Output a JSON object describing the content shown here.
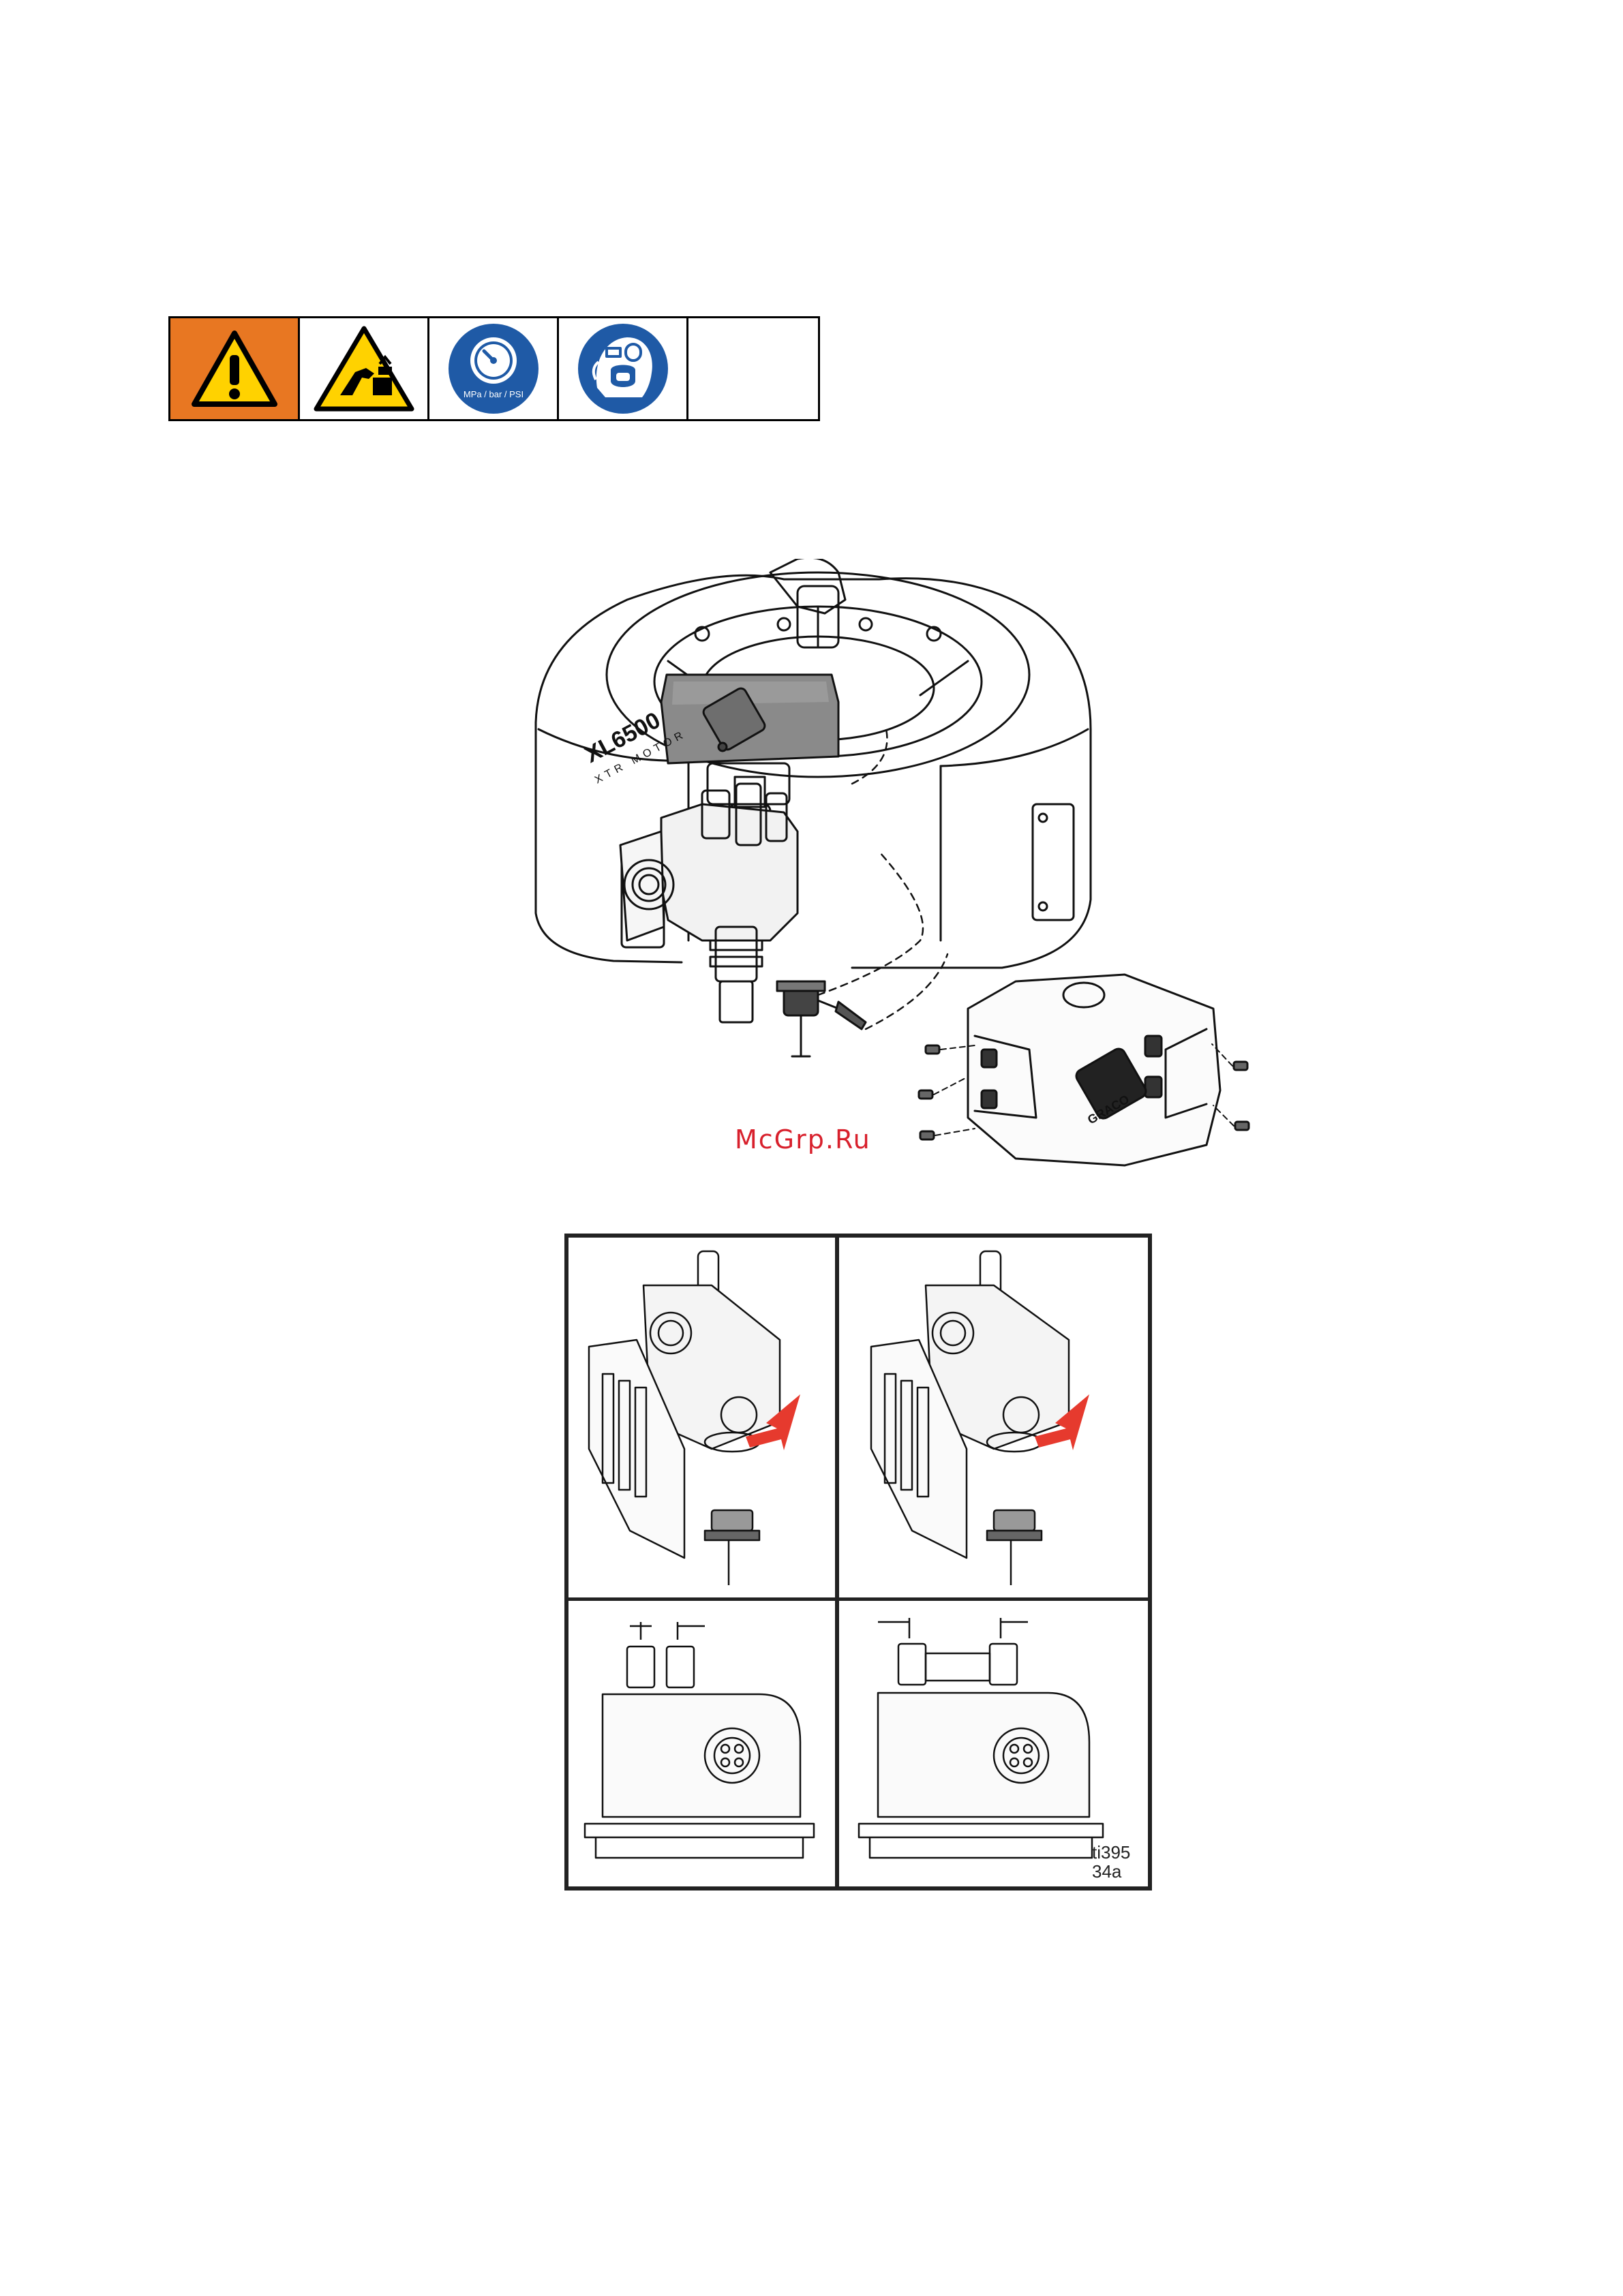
{
  "safety_symbols": {
    "icons": [
      "warning-icon",
      "moving-parts-hazard-icon",
      "pressure-relief-icon",
      "protective-equipment-icon"
    ],
    "pressure_units_label": "MPa / bar / PSI",
    "colors": {
      "warning_orange": "#e87722",
      "warning_yellow": "#ffd200",
      "mandatory_blue": "#1f5aa6"
    }
  },
  "illustration": {
    "motor_model": "XL6500",
    "motor_type": "XTR MOTOR",
    "brand": "GRACO"
  },
  "watermark": "McGrp.Ru",
  "figure_ref": "ti39534a",
  "accent_color": "#e63a2e"
}
